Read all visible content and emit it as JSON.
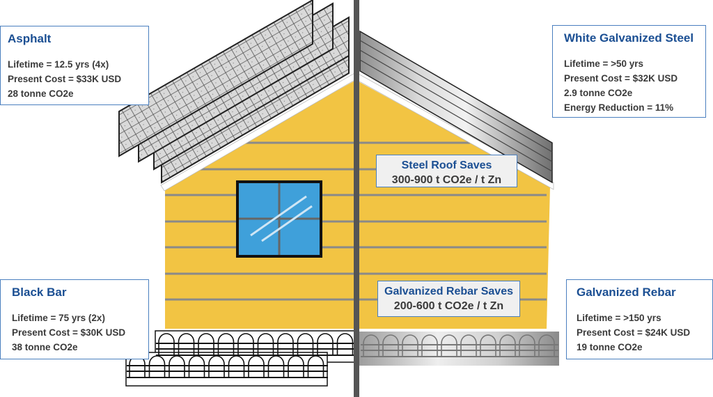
{
  "asphalt": {
    "title": "Asphalt",
    "lines": [
      "Lifetime = 12.5 yrs (4x)",
      "Present Cost = $33K USD",
      "28 tonne CO2e"
    ]
  },
  "steel": {
    "title": "White Galvanized Steel",
    "lines": [
      "Lifetime = >50 yrs",
      "Present Cost = $32K USD",
      "2.9 tonne CO2e",
      "Energy Reduction = 11%"
    ]
  },
  "steel_saves": {
    "title": "Steel Roof Saves",
    "value": "300-900 t CO2e / t Zn"
  },
  "rebar_saves": {
    "title": "Galvanized Rebar Saves",
    "value": "200-600 t CO2e / t Zn"
  },
  "black_bar": {
    "title": "Black Bar",
    "lines": [
      "Lifetime = 75 yrs (2x)",
      "Present Cost = $30K USD",
      "38 tonne CO2e"
    ]
  },
  "galv_rebar": {
    "title": "Galvanized Rebar",
    "lines": [
      "Lifetime = >150 yrs",
      "Present Cost = $24K USD",
      "19 tonne CO2e"
    ]
  },
  "colors": {
    "wall": "#F2C443",
    "siding": "#8a8a8a",
    "window": "#3FA0DA",
    "divider": "#555555",
    "title": "#1B4F93",
    "border": "#4A7FBF"
  }
}
